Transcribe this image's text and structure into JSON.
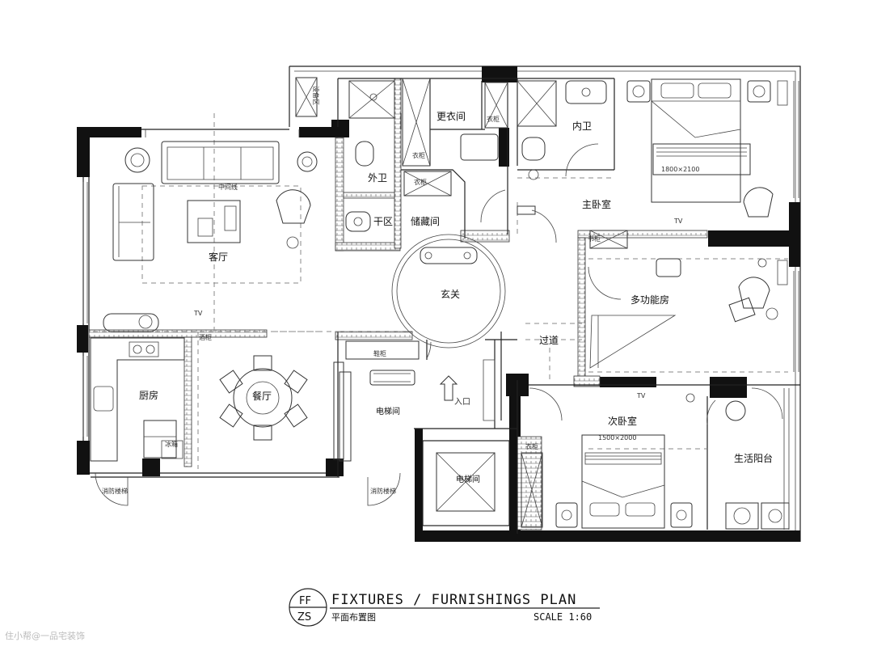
{
  "rooms": {
    "living": "客厅",
    "kitchen": "厨房",
    "dining": "餐厅",
    "foyer": "玄关",
    "corridor": "过道",
    "master_bedroom": "主卧室",
    "multi_room": "多功能房",
    "second_bedroom": "次卧室",
    "balcony": "生活阳台",
    "guest_bath": "外卫",
    "dry_area": "干区",
    "storage": "储藏间",
    "dressing": "更衣间",
    "master_bath": "内卫",
    "elevator_hall": "电梯间",
    "elevator_shaft": "电梯间"
  },
  "annotations": {
    "equipment_area": "设备区",
    "center_line": "中间线",
    "tv_living": "TV",
    "tv_master": "TV",
    "tv_second": "TV",
    "entrance": "入口",
    "fire_stair_left": "消防楼梯",
    "fire_stair_right": "消防楼梯",
    "wardrobe_1": "衣柜",
    "wardrobe_2": "衣柜",
    "wardrobe_3": "衣柜",
    "wardrobe_4": "衣柜",
    "bed_size": "1800×2100",
    "bed_size_2": "1500×2000",
    "fridge": "冰箱",
    "shoe_cabinet": "鞋柜",
    "shelf": "书柜",
    "wine_cabinet": "酒柜"
  },
  "title_block": {
    "badge_top": "FF",
    "badge_bottom": "ZS",
    "title": "FIXTURES / FURNISHINGS  PLAN",
    "subtitle": "平面布置图",
    "scale": "SCALE 1:60"
  },
  "watermark": "住小帮@一品宅装饰"
}
